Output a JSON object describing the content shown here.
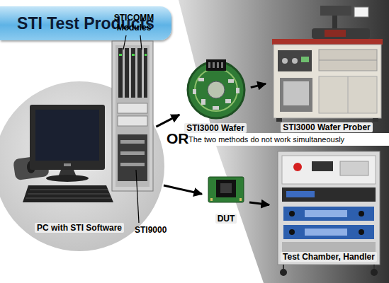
{
  "diagram": {
    "title": "STI Test Products",
    "nodes": [
      {
        "text": [
          "PC with STI Software"
        ]
      },
      {
        "text": [
          "STI3000 Wafer"
        ]
      },
      {
        "text": [
          "STI3000 Wafer Prober"
        ]
      },
      {
        "text": [
          "DUT"
        ]
      },
      {
        "text": [
          "Test Chamber, Handler"
        ]
      }
    ],
    "edges": [
      {
        "from": 0,
        "to": 1,
        "arrow": "to"
      },
      {
        "from": 1,
        "to": 2,
        "arrow": "to"
      },
      {
        "from": 0,
        "to": 3,
        "arrow": "to"
      },
      {
        "from": 3,
        "to": 4,
        "arrow": "to"
      }
    ],
    "labels": [
      "STICOMM Modules",
      "STI9000",
      "OR",
      "The two methods do not work simultaneously"
    ]
  }
}
